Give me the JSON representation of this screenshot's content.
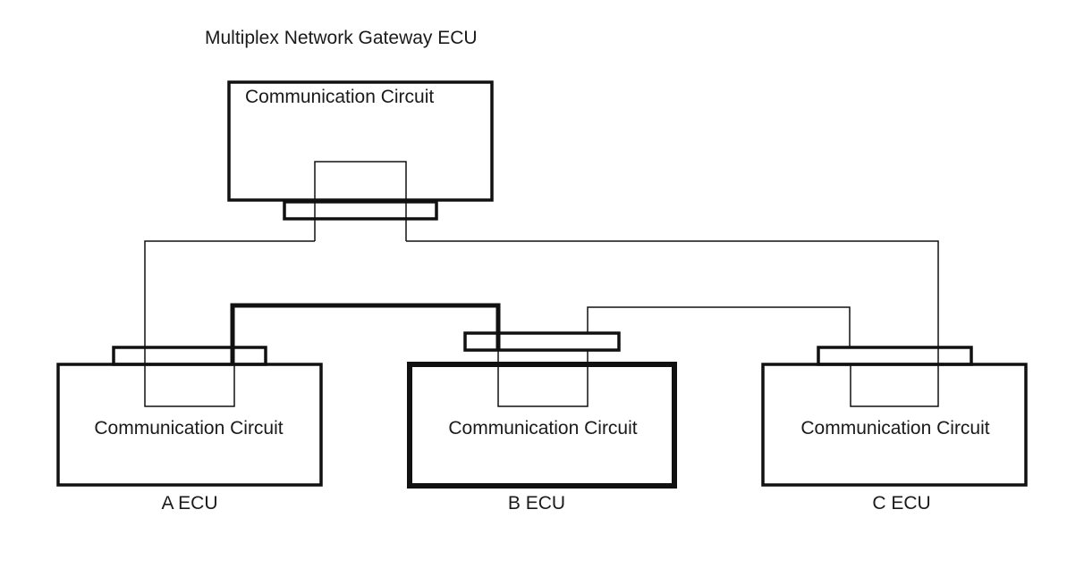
{
  "title": "Multiplex Network Gateway ECU",
  "gateway": {
    "circuit_label": "Communication Circuit"
  },
  "ecus": [
    {
      "name": "A ECU",
      "circuit_label": "Communication Circuit"
    },
    {
      "name": "B ECU",
      "circuit_label": "Communication Circuit"
    },
    {
      "name": "C ECU",
      "circuit_label": "Communication Circuit"
    }
  ],
  "colors": {
    "line": "#111111",
    "background": "#ffffff"
  }
}
